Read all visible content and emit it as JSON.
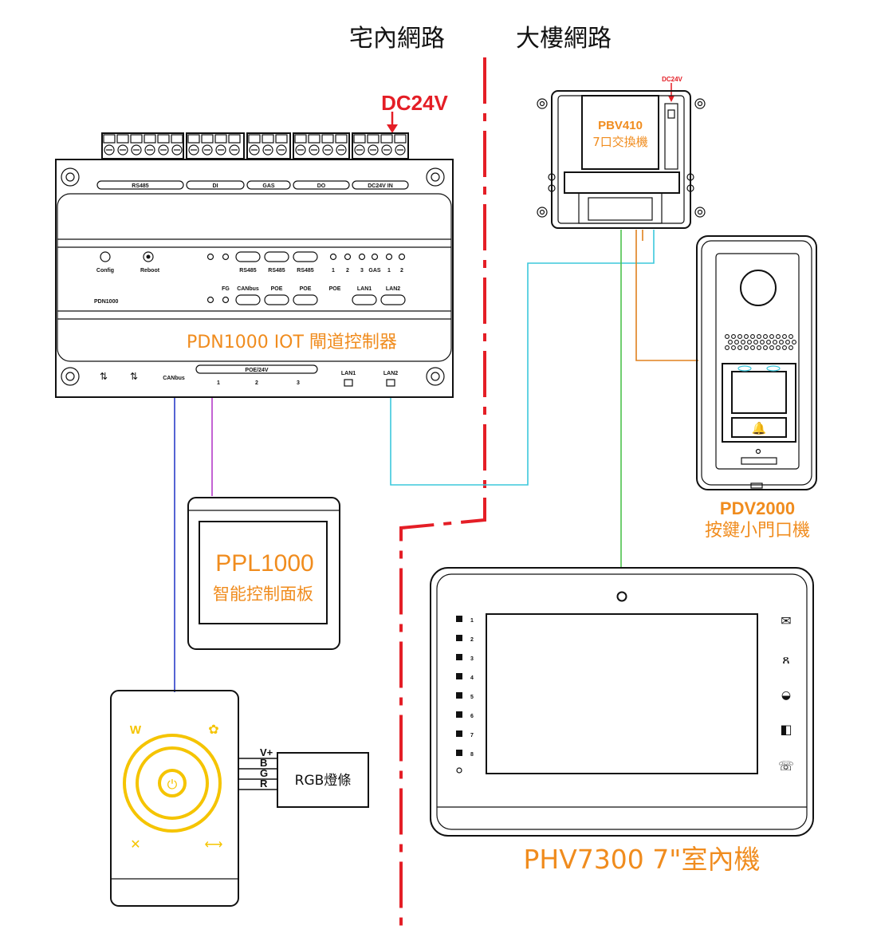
{
  "zones": {
    "home_network": "宅內網路",
    "building_network": "大樓網路"
  },
  "power": {
    "dc24v_label": "DC24V",
    "dc24v_small": "DC24V"
  },
  "pdn1000": {
    "title": "PDN1000 IOT 閘道控制器",
    "model_small": "PDN1000",
    "btn_config": "Config",
    "btn_reboot": "Reboot",
    "top_groups": [
      "RS485",
      "DI",
      "GAS",
      "DO",
      "DC24V IN"
    ],
    "bottom_poe_label": "POE/24V",
    "bottom_labels": [
      "CANbus",
      "1",
      "2",
      "3",
      "LAN1",
      "LAN2"
    ],
    "led_labels_row1": [
      "RS485",
      "RS485",
      "RS485",
      "1",
      "2",
      "3",
      "GAS",
      "1",
      "2"
    ],
    "led_labels_row2": [
      "FG",
      "CANbus",
      "POE",
      "POE",
      "POE",
      "LAN1",
      "LAN2"
    ]
  },
  "pbv410": {
    "model": "PBV410",
    "desc": "7口交換機"
  },
  "pdv2000": {
    "model": "PDV2000",
    "desc": "按鍵小門口機"
  },
  "ppl1000": {
    "model": "PPL1000",
    "desc": "智能控制面板"
  },
  "rgb": {
    "label": "RGB燈條",
    "pins": [
      "V+",
      "B",
      "G",
      "R"
    ]
  },
  "phv7300": {
    "label": "PHV7300 7\"室內機",
    "left_keys": [
      "1",
      "2",
      "3",
      "4",
      "5",
      "6",
      "7",
      "8"
    ]
  },
  "colors": {
    "accent_orange": "#f08c1e",
    "power_red": "#e41e26",
    "divider_red": "#e41e26",
    "wire_blue": "#2a3cc8",
    "wire_purple": "#b43cc8",
    "wire_cyan": "#3cc8dc",
    "wire_green": "#4cc24c",
    "wire_orange": "#e0801e",
    "knob_yellow": "#f5c400"
  }
}
